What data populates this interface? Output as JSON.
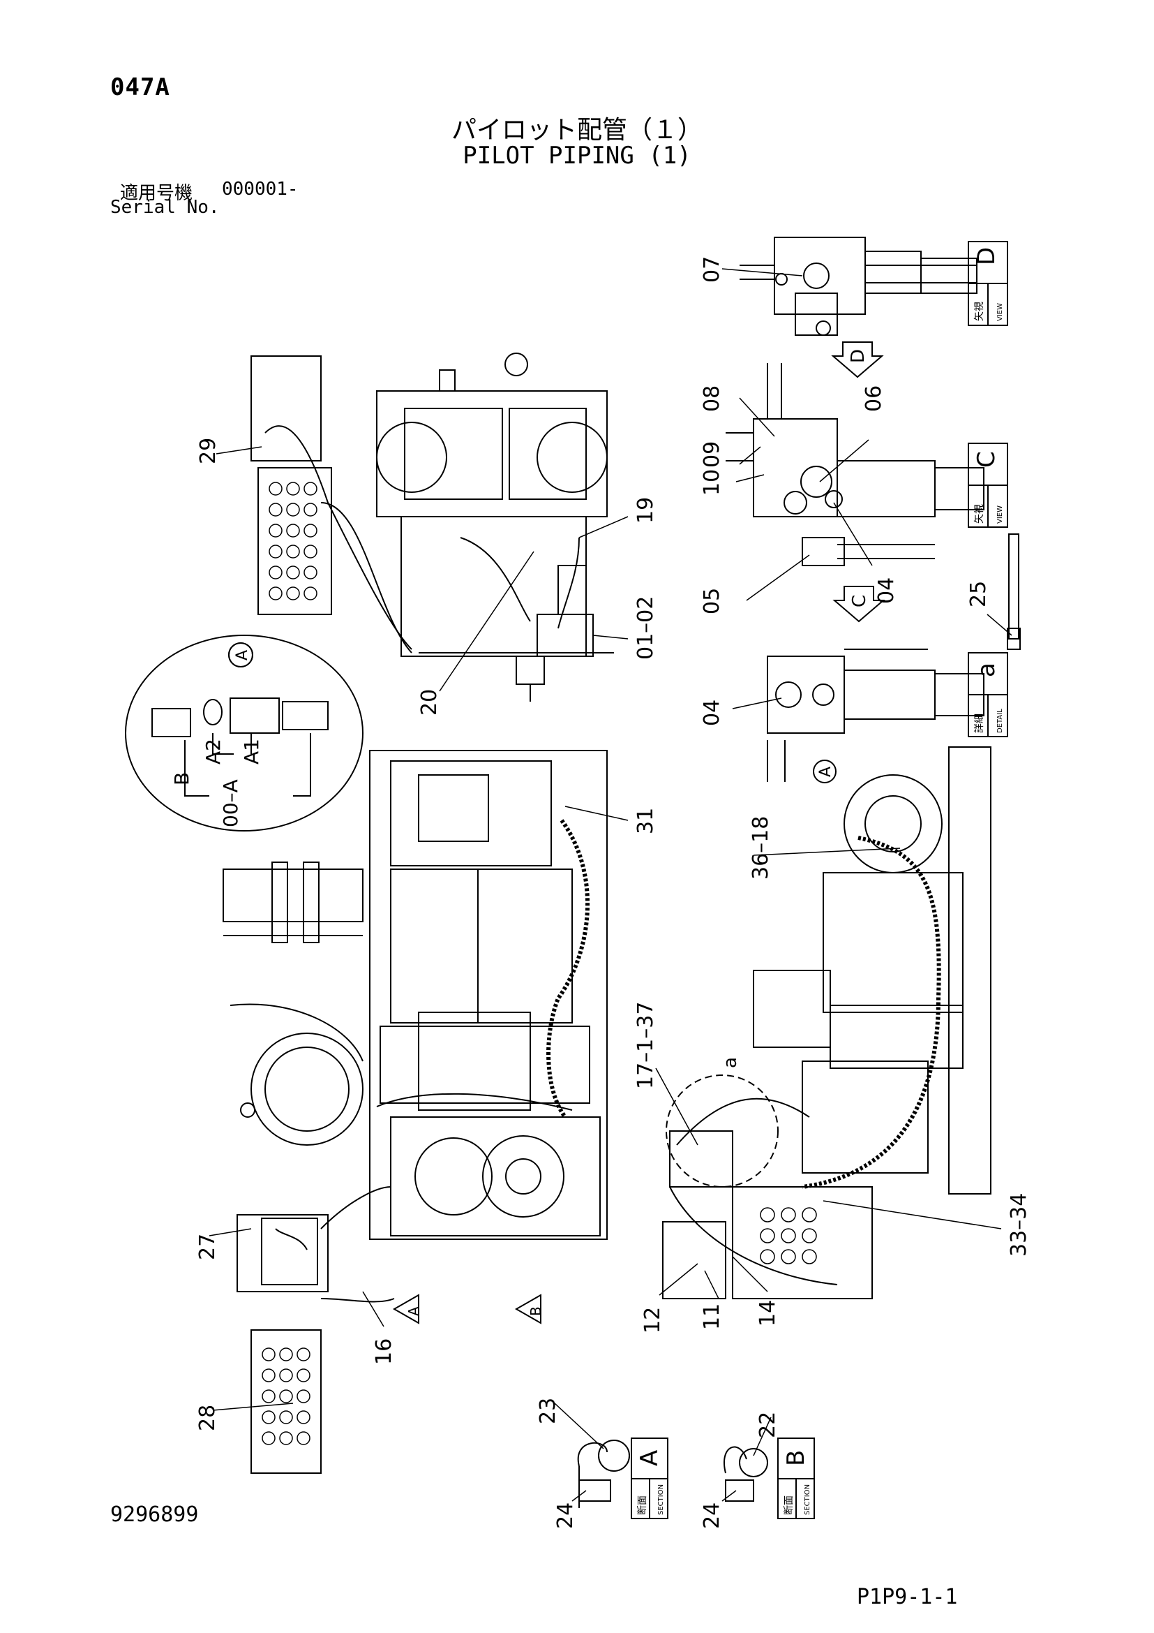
{
  "header": {
    "page_code": "047A",
    "title_jp": "パイロット配管（１）",
    "title_en": "PILOT PIPING (1)",
    "serial_label_jp": "適用号機",
    "serial_value": "000001-",
    "serial_label_en": "Serial No."
  },
  "callouts": [
    {
      "id": "07",
      "text": "07"
    },
    {
      "id": "08",
      "text": "08"
    },
    {
      "id": "09",
      "text": "09"
    },
    {
      "id": "10",
      "text": "10"
    },
    {
      "id": "06",
      "text": "06"
    },
    {
      "id": "05",
      "text": "05"
    },
    {
      "id": "04a",
      "text": "04"
    },
    {
      "id": "04b",
      "text": "04"
    },
    {
      "id": "29",
      "text": "29"
    },
    {
      "id": "19",
      "text": "19"
    },
    {
      "id": "20",
      "text": "20"
    },
    {
      "id": "0102",
      "text": "01–02"
    },
    {
      "id": "25",
      "text": "25"
    },
    {
      "id": "31",
      "text": "31"
    },
    {
      "id": "3618",
      "text": "36–18"
    },
    {
      "id": "17137",
      "text": "17–1–37"
    },
    {
      "id": "27",
      "text": "27"
    },
    {
      "id": "16",
      "text": "16"
    },
    {
      "id": "12",
      "text": "12"
    },
    {
      "id": "11",
      "text": "11"
    },
    {
      "id": "14",
      "text": "14"
    },
    {
      "id": "3334",
      "text": "33–34"
    },
    {
      "id": "28",
      "text": "28"
    },
    {
      "id": "23",
      "text": "23"
    },
    {
      "id": "22",
      "text": "22"
    },
    {
      "id": "24a",
      "text": "24"
    },
    {
      "id": "24b",
      "text": "24"
    }
  ],
  "view_labels": {
    "view_d": {
      "jp": "矢視",
      "en": "VIEW",
      "letter": "D"
    },
    "view_c": {
      "jp": "矢視",
      "en": "VIEW",
      "letter": "C"
    },
    "detail_a": {
      "jp": "詳細",
      "en": "DETAIL",
      "letter": "a"
    },
    "section_a": {
      "jp": "断面",
      "en": "SECTION",
      "letter": "A"
    },
    "section_b": {
      "jp": "断面",
      "en": "SECTION",
      "letter": "B"
    }
  },
  "markers": {
    "arrow_d": "D",
    "arrow_c": "C",
    "circle_a_top": "A",
    "circle_a_detail": "A",
    "section_arrow_a": "A",
    "section_arrow_b": "B",
    "detail_a_lower": "a"
  },
  "filter_labels": {
    "b": "B",
    "a2": "A2",
    "a1": "A1",
    "o0a": "00–A"
  },
  "footer": {
    "doc_number": "9296899",
    "page_ref": "P1P9-1-1"
  }
}
